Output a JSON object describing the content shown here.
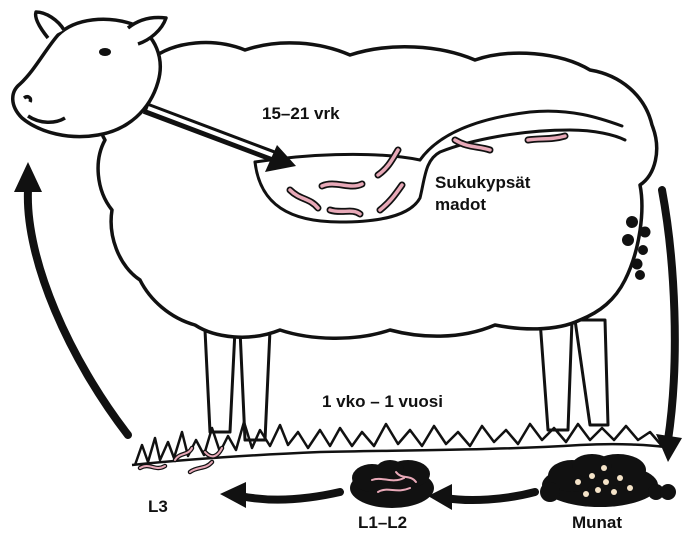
{
  "labels": {
    "duration_in_host": "15–21 vrk",
    "adult_worms_line1": "Sukukypsät",
    "adult_worms_line2": "madot",
    "duration_on_pasture": "1 vko – 1 vuosi",
    "stage_l3": "L3",
    "stage_l1_l2": "L1–L2",
    "stage_eggs": "Munat"
  },
  "colors": {
    "outline": "#111111",
    "worm": "#e8a9b8",
    "background": "#ffffff"
  }
}
